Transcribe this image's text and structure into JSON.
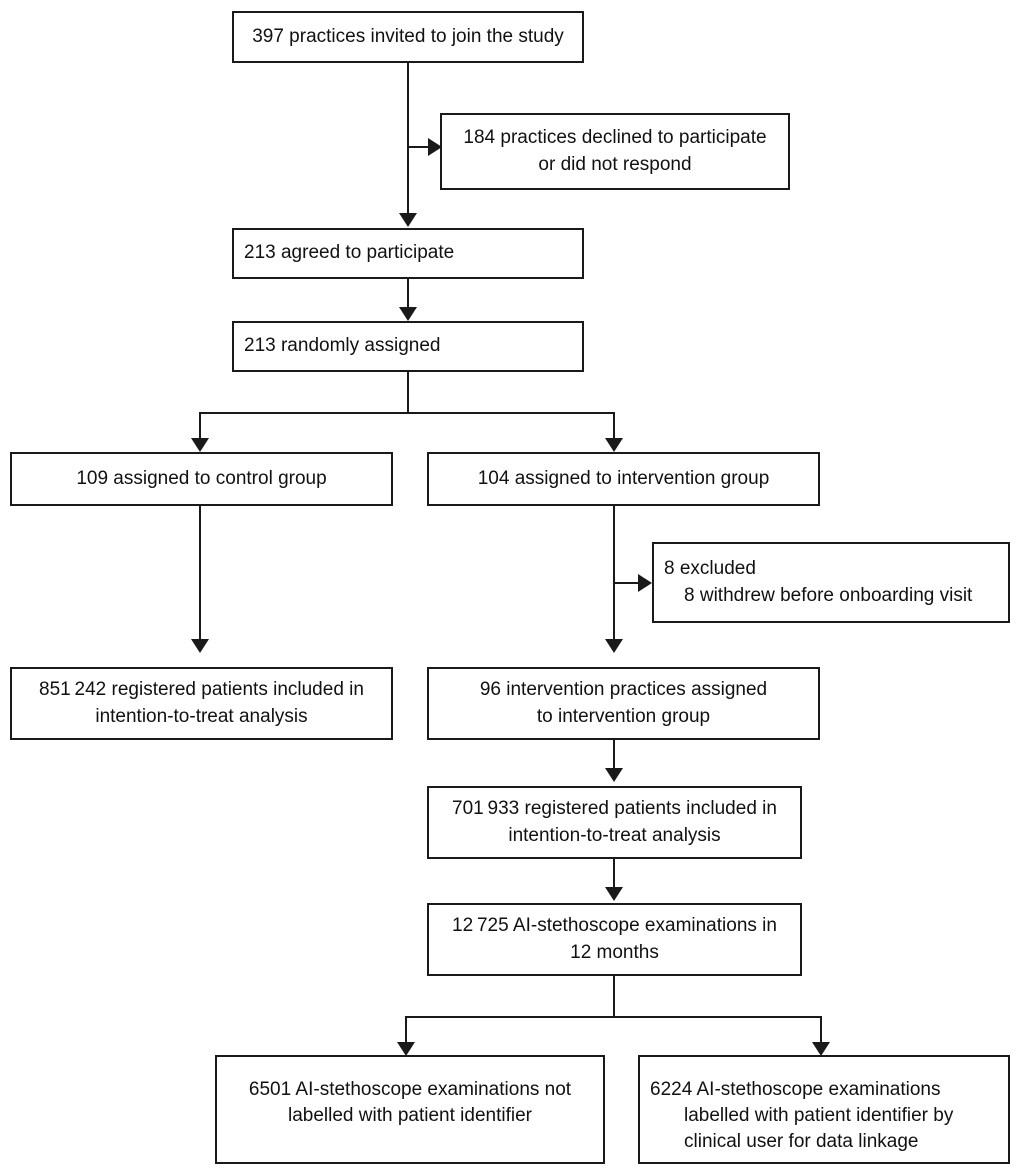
{
  "figure": {
    "type": "flowchart",
    "kind": "CONSORT participant flow diagram",
    "theme": {
      "stroke": "#1a1a1a",
      "background": "#ffffff",
      "text": "#111111"
    }
  },
  "nodes": {
    "invited": {
      "id": "invited",
      "lines": [
        "397 practices invited to join the study"
      ],
      "count": 397,
      "align": "center"
    },
    "declined": {
      "id": "declined",
      "lines": [
        "184 practices declined to participate",
        "or did not respond"
      ],
      "count": 184,
      "align": "center"
    },
    "agreed": {
      "id": "agreed",
      "lines": [
        "213 agreed to participate"
      ],
      "count": 213,
      "align": "left"
    },
    "randomised": {
      "id": "randomised",
      "lines": [
        "213 randomly assigned"
      ],
      "count": 213,
      "align": "left"
    },
    "control_group": {
      "id": "control_group",
      "lines": [
        "109 assigned to control group"
      ],
      "count": 109,
      "align": "center"
    },
    "intervention_group": {
      "id": "intervention_group",
      "lines": [
        "104 assigned to intervention group"
      ],
      "count": 104,
      "align": "center"
    },
    "excluded": {
      "id": "excluded",
      "lines": [
        "8 excluded",
        "8 withdrew before onboarding visit"
      ],
      "count": 8,
      "align": "left-indent"
    },
    "control_itt": {
      "id": "control_itt",
      "lines": [
        "851 242 registered patients included in",
        "intention-to-treat analysis"
      ],
      "count": 851242,
      "align": "center"
    },
    "intervention_assigned": {
      "id": "intervention_assigned",
      "lines": [
        "96 intervention practices assigned",
        "to intervention group"
      ],
      "count": 96,
      "align": "center"
    },
    "intervention_itt": {
      "id": "intervention_itt",
      "lines": [
        "701 933 registered patients included in",
        "intention-to-treat analysis"
      ],
      "count": 701933,
      "align": "center"
    },
    "exams_total": {
      "id": "exams_total",
      "lines": [
        "12 725 AI-stethoscope examinations in",
        "12 months"
      ],
      "count": 12725,
      "align": "center"
    },
    "exams_unlabelled": {
      "id": "exams_unlabelled",
      "lines": [
        "6501 AI-stethoscope examinations not",
        "labelled with patient identifier"
      ],
      "count": 6501,
      "align": "center-top"
    },
    "exams_labelled": {
      "id": "exams_labelled",
      "lines": [
        "6224 AI-stethoscope examinations",
        "labelled with patient identifier by",
        "clinical user for data linkage"
      ],
      "count": 6224,
      "align": "left-hang-top"
    }
  },
  "edges": [
    {
      "from": "invited",
      "to": "agreed",
      "style": "arrow-down"
    },
    {
      "from": "invited",
      "to": "declined",
      "style": "arrow-right"
    },
    {
      "from": "agreed",
      "to": "randomised",
      "style": "arrow-down"
    },
    {
      "from": "randomised",
      "to": "control_group",
      "style": "split-arrow-down"
    },
    {
      "from": "randomised",
      "to": "intervention_group",
      "style": "split-arrow-down"
    },
    {
      "from": "control_group",
      "to": "control_itt",
      "style": "arrow-down"
    },
    {
      "from": "intervention_group",
      "to": "excluded",
      "style": "arrow-right"
    },
    {
      "from": "intervention_group",
      "to": "intervention_assigned",
      "style": "arrow-down"
    },
    {
      "from": "intervention_assigned",
      "to": "intervention_itt",
      "style": "arrow-down"
    },
    {
      "from": "intervention_itt",
      "to": "exams_total",
      "style": "arrow-down"
    },
    {
      "from": "exams_total",
      "to": "exams_unlabelled",
      "style": "split-arrow-down"
    },
    {
      "from": "exams_total",
      "to": "exams_labelled",
      "style": "split-arrow-down"
    }
  ]
}
